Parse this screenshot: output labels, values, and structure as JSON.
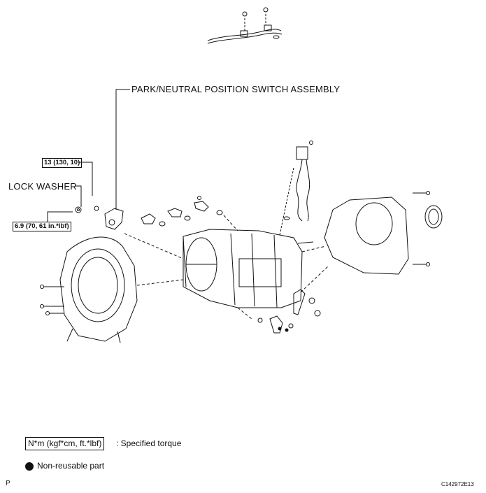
{
  "labels": {
    "park_neutral": "PARK/NEUTRAL POSITION SWITCH ASSEMBLY",
    "lock_washer": "LOCK WASHER",
    "torque_13": "13 (130, 10)",
    "torque_69": "6.9 (70, 61 in.*lbf)"
  },
  "legend": {
    "torque_unit": "N*m (kgf*cm, ft.*lbf)",
    "torque_desc": ": Specified torque",
    "nonreusable": "Non-reusable part"
  },
  "footer": {
    "page_marker": "P",
    "figure_code": "C142972E13"
  },
  "colors": {
    "line": "#111111",
    "background": "#ffffff"
  }
}
